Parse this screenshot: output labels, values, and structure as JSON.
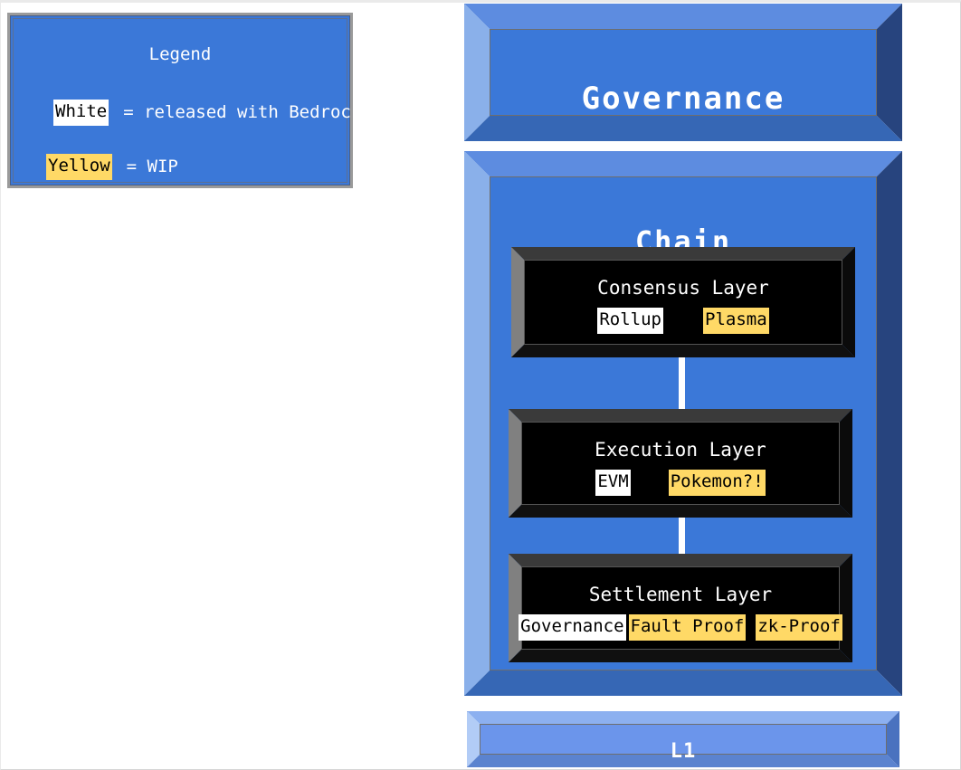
{
  "legend": {
    "title": "Legend",
    "rows": [
      {
        "chip": "White",
        "chip_style": "white",
        "description": "= released with Bedrock"
      },
      {
        "chip": "Yellow",
        "chip_style": "yellow",
        "description": "= WIP"
      }
    ]
  },
  "governance": {
    "title": "Governance"
  },
  "chain": {
    "title": "Chain"
  },
  "l1": {
    "title": "L1"
  },
  "layers": [
    {
      "title": "Consensus Layer",
      "tags": [
        {
          "label": "Rollup",
          "style": "white",
          "gap": 44
        },
        {
          "label": "Plasma",
          "style": "yellow",
          "gap": 0
        }
      ]
    },
    {
      "title": "Execution Layer",
      "tags": [
        {
          "label": "EVM",
          "style": "white",
          "gap": 42
        },
        {
          "label": "Pokemon?!",
          "style": "yellow",
          "gap": 0
        }
      ]
    },
    {
      "title": "Settlement Layer",
      "tags": [
        {
          "label": "Governance",
          "style": "white",
          "gap": 3
        },
        {
          "label": "Fault Proof",
          "style": "yellow",
          "gap": 11
        },
        {
          "label": "zk-Proof",
          "style": "yellow",
          "gap": 0
        }
      ]
    }
  ],
  "colors": {
    "blue_fill": "#3b78d8",
    "light_blue_fill": "#6b95eb",
    "yellow_tag": "#ffd966",
    "white_tag": "#ffffff",
    "black_box": "#000000",
    "page_background": "#ffffff"
  }
}
